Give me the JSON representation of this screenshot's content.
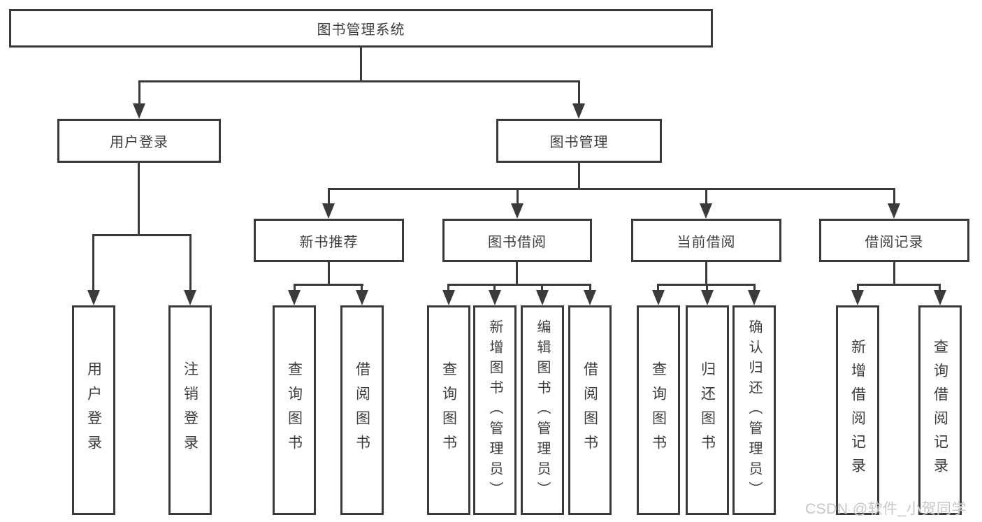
{
  "diagram": {
    "root": {
      "label": "图书管理系统"
    },
    "level2": {
      "user_login": {
        "label": "用户登录"
      },
      "book_mgmt": {
        "label": "图书管理"
      }
    },
    "level3": {
      "new_books": {
        "label": "新书推荐"
      },
      "borrowing": {
        "label": "图书借阅"
      },
      "current": {
        "label": "当前借阅"
      },
      "records": {
        "label": "借阅记录"
      }
    },
    "leaves": {
      "login": {
        "label": "用户登录"
      },
      "logout": {
        "label": "注销登录"
      },
      "query1": {
        "label": "查询图书"
      },
      "borrow1": {
        "label": "借阅图书"
      },
      "query2": {
        "label": "查询图书"
      },
      "add_book": {
        "label": "新增图书（管理员）"
      },
      "edit_book": {
        "label": "编辑图书（管理员）"
      },
      "borrow2": {
        "label": "借阅图书"
      },
      "query3": {
        "label": "查询图书"
      },
      "return_book": {
        "label": "归还图书"
      },
      "confirm_return": {
        "label": "确认归还（管理员）"
      },
      "add_record": {
        "label": "新增借阅记录"
      },
      "query_record": {
        "label": "查询借阅记录"
      }
    }
  },
  "watermark": {
    "text": "CSDN @软件_小贺同学"
  },
  "colors": {
    "line": "#3a3a3a",
    "text": "#3d3d3d",
    "background": "#ffffff",
    "watermark": "#c7c7c7"
  }
}
